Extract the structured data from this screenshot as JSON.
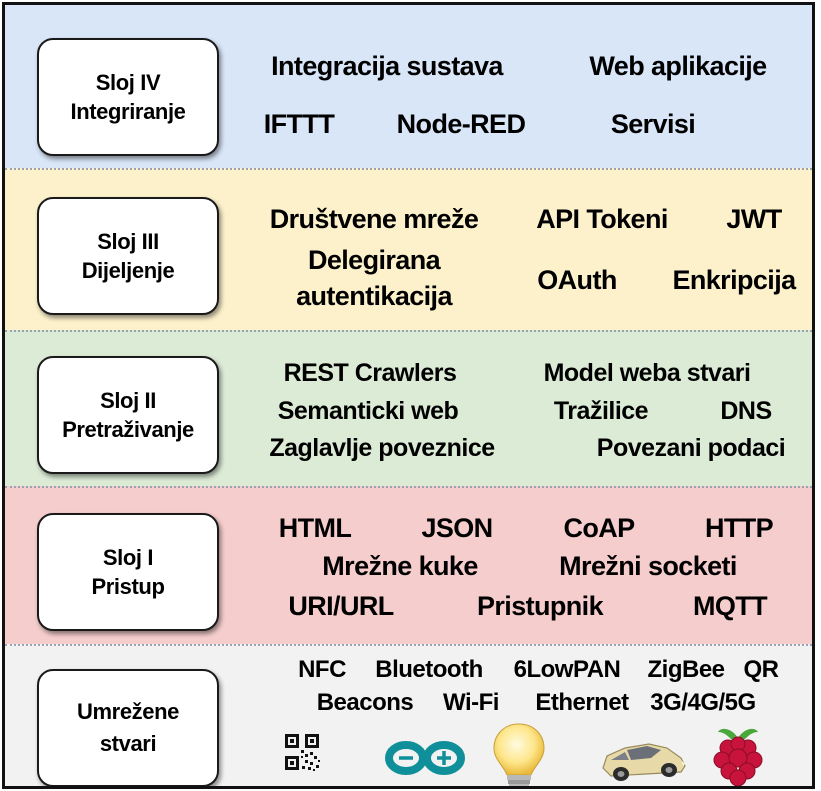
{
  "colors": {
    "layer4": "#d9e6f8",
    "layer3": "#fdf1cc",
    "layer2": "#dcebd6",
    "layer1": "#f6cdcd",
    "layer0": "#f2f2f2"
  },
  "layers": [
    {
      "label_line1": "Sloj IV",
      "label_line2": "Integriranje",
      "terms": [
        "Integracija sustava",
        "Web aplikacije",
        "IFTTT",
        "Node-RED",
        "Servisi"
      ]
    },
    {
      "label_line1": "Sloj III",
      "label_line2": "Dijeljenje",
      "terms": [
        "Društvene mreže",
        "API Tokeni",
        "JWT",
        "Delegirana",
        "autentikacija",
        "OAuth",
        "Enkripcija"
      ]
    },
    {
      "label_line1": "Sloj II",
      "label_line2": "Pretraživanje",
      "terms": [
        "REST Crawlers",
        "Model weba stvari",
        "Semanticki web",
        "Tražilice",
        "DNS",
        "Zaglavlje poveznice",
        "Povezani podaci"
      ]
    },
    {
      "label_line1": "Sloj I",
      "label_line2": "Pristup",
      "terms": [
        "HTML",
        "JSON",
        "CoAP",
        "HTTP",
        "Mrežne kuke",
        "Mrežni socketi",
        "URI/URL",
        "Pristupnik",
        "MQTT"
      ]
    },
    {
      "label_line1": "Umrežene",
      "label_line2": "stvari",
      "terms": [
        "NFC",
        "Bluetooth",
        "6LowPAN",
        "ZigBee",
        "QR",
        "Beacons",
        "Wi-Fi",
        "Ethernet",
        "3G/4G/5G"
      ],
      "icons": [
        "qr-code-icon",
        "arduino-icon",
        "light-bulb-icon",
        "car-icon",
        "raspberry-pi-icon"
      ]
    }
  ]
}
